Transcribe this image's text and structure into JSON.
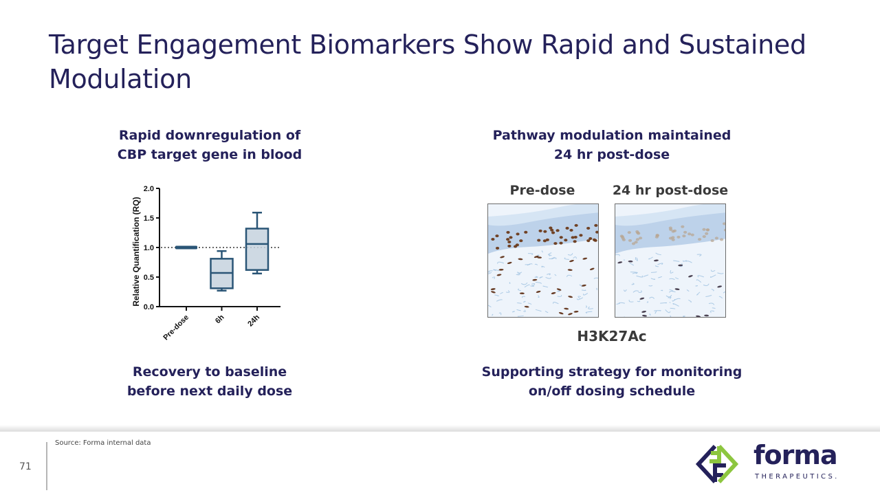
{
  "slide": {
    "title": "Target Engagement Biomarkers Show Rapid and Sustained Modulation",
    "page_number": "71",
    "source": "Source: Forma internal data"
  },
  "left_panel": {
    "heading": [
      "Rapid downregulation of",
      "CBP target gene in blood"
    ],
    "caption": [
      "Recovery to baseline",
      "before next daily dose"
    ]
  },
  "right_panel": {
    "heading": [
      "Pathway modulation maintained",
      "24 hr post-dose"
    ],
    "image_labels": [
      "Pre-dose",
      "24 hr post-dose"
    ],
    "marker_label": "H3K27Ac",
    "caption": [
      "Supporting strategy for monitoring",
      "on/off dosing schedule"
    ]
  },
  "logo": {
    "name": "forma",
    "tagline": "THERAPEUTICS.",
    "colors": {
      "navy": "#24215a",
      "lime": "#8dc63f"
    }
  },
  "colors": {
    "title": "#24215a",
    "box_stroke": "#2a5576",
    "box_fill": "#c5d2de"
  },
  "chart_data": {
    "type": "box",
    "title": "",
    "xlabel": "",
    "ylabel": "Relative Quantification (RQ)",
    "ylim": [
      0,
      2.0
    ],
    "yticks": [
      "0.0",
      "0.5",
      "1.0",
      "1.5",
      "2.0"
    ],
    "ytick_values": [
      0,
      0.5,
      1.0,
      1.5,
      2.0
    ],
    "categories": [
      "Pre-dose",
      "6h",
      "24h"
    ],
    "reference_line": 1.0,
    "series": [
      {
        "name": "Pre-dose",
        "min": 1.0,
        "q1": 1.0,
        "median": 1.0,
        "q3": 1.0,
        "max": 1.0
      },
      {
        "name": "6h",
        "min": 0.27,
        "q1": 0.31,
        "median": 0.57,
        "q3": 0.81,
        "max": 0.94
      },
      {
        "name": "24h",
        "min": 0.56,
        "q1": 0.62,
        "median": 1.06,
        "q3": 1.32,
        "max": 1.59
      }
    ],
    "grid": false
  }
}
